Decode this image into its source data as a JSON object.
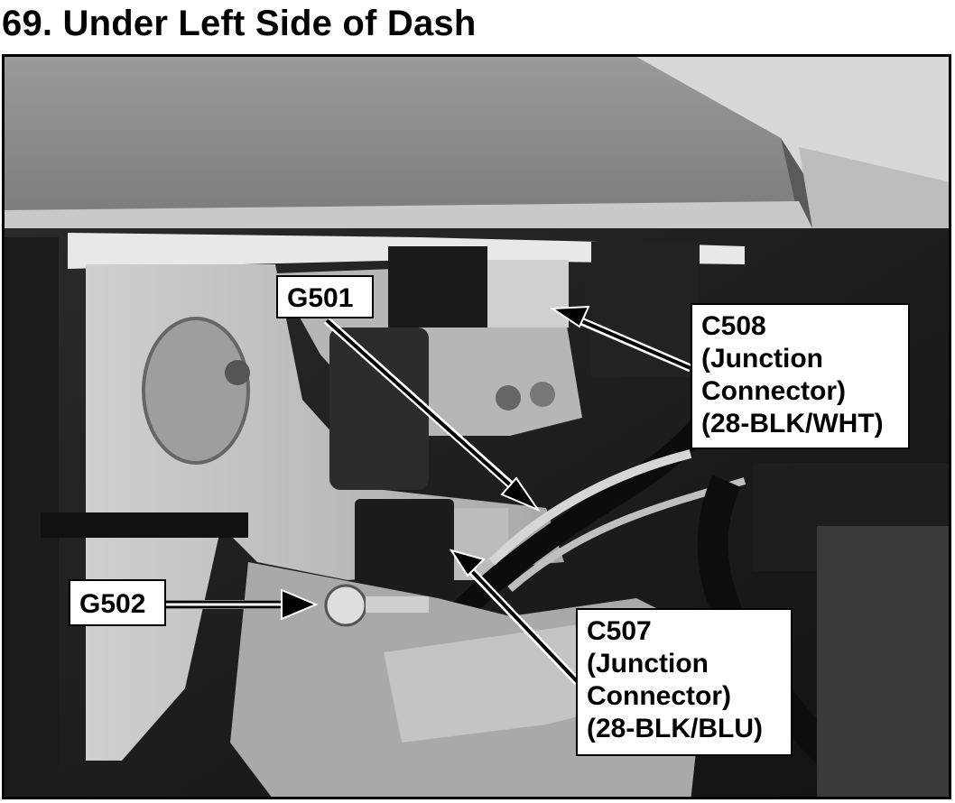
{
  "title": "69. Under Left Side of Dash",
  "callouts": {
    "g501": {
      "lines": [
        "G501"
      ]
    },
    "g502": {
      "lines": [
        "G502"
      ]
    },
    "c508": {
      "lines": [
        "C508",
        "(Junction",
        "Connector)",
        "(28-BLK/WHT)"
      ]
    },
    "c507": {
      "lines": [
        "C507",
        "(Junction",
        "Connector)",
        "(28-BLK/BLU)"
      ]
    }
  },
  "colors": {
    "photo": "grayscale",
    "label_bg": "#ffffff",
    "label_border": "#000000"
  }
}
